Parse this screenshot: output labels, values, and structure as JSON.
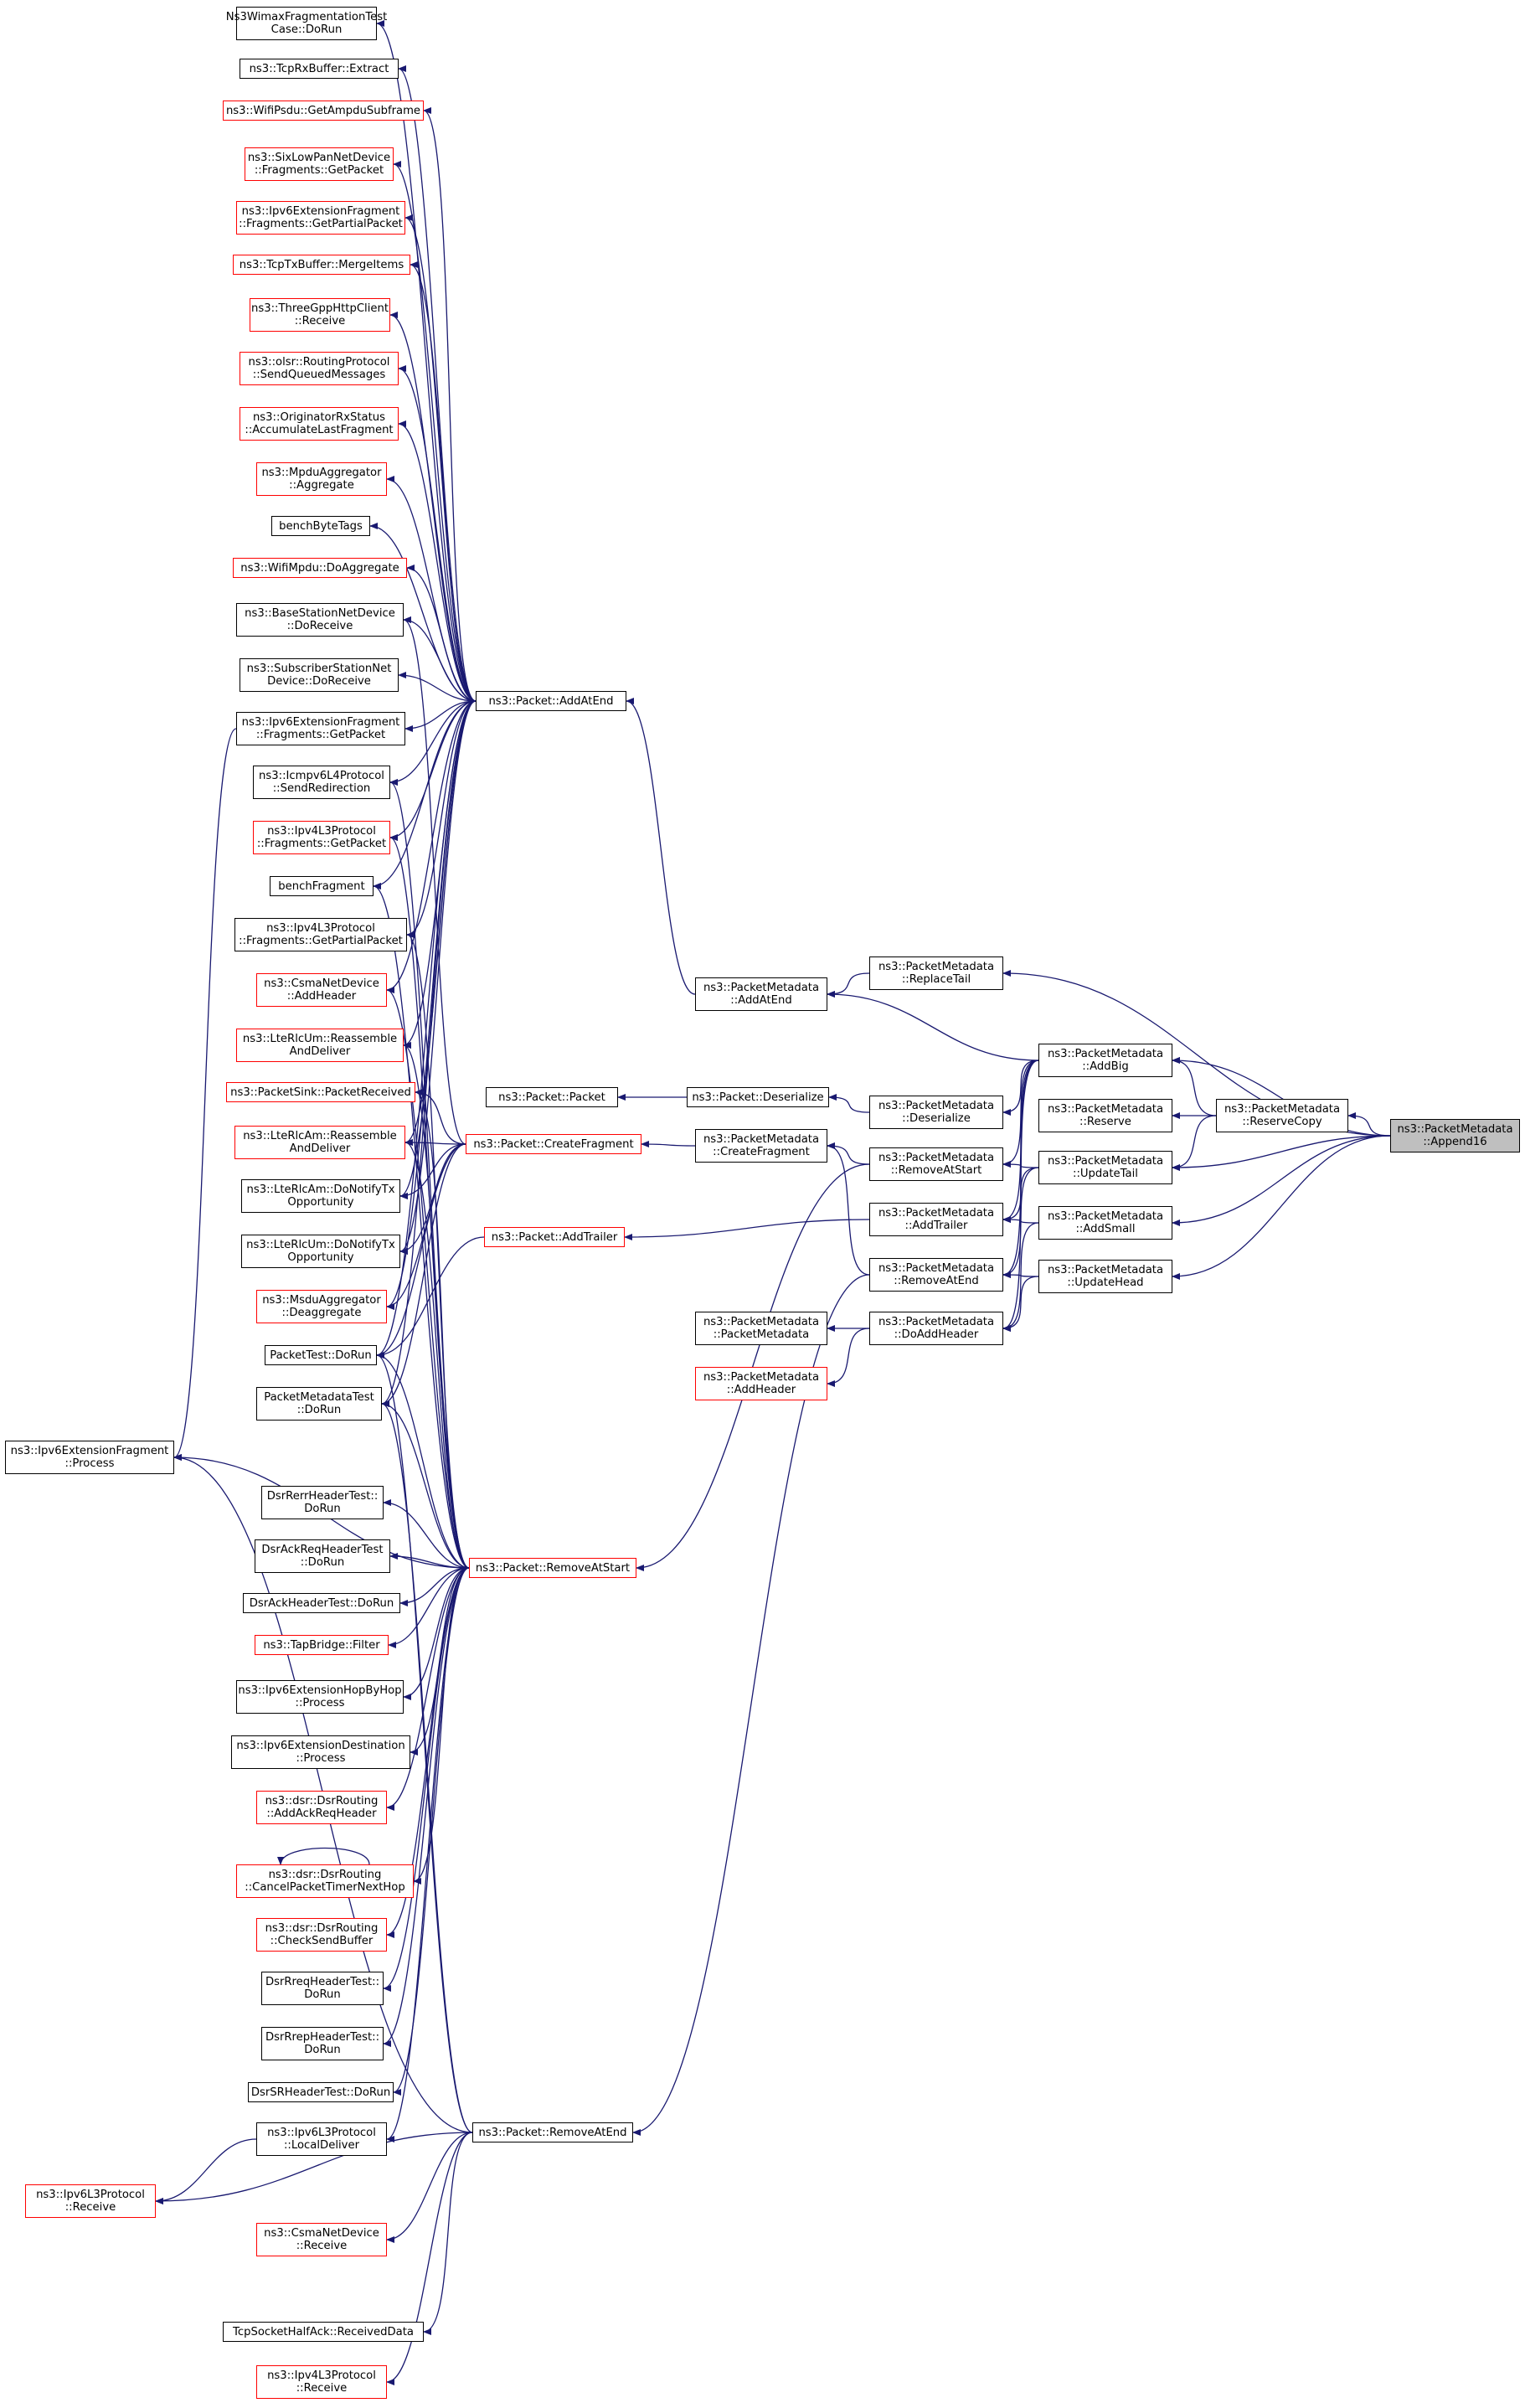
{
  "colors": {
    "edge": "#191970",
    "border": "#000000",
    "highlight_border": "#ff0000",
    "selected_fill": "#bfbfbf"
  },
  "nodes": [
    {
      "id": "append16",
      "label": "ns3::PacketMetadata\n::Append16",
      "style": "selected"
    },
    {
      "id": "replaceTail",
      "label": "ns3::PacketMetadata\n::ReplaceTail",
      "style": "normal"
    },
    {
      "id": "addBig",
      "label": "ns3::PacketMetadata\n::AddBig",
      "style": "normal"
    },
    {
      "id": "reserveCopy",
      "label": "ns3::PacketMetadata\n::ReserveCopy",
      "style": "normal"
    },
    {
      "id": "reserve",
      "label": "ns3::PacketMetadata\n::Reserve",
      "style": "normal"
    },
    {
      "id": "updateTail",
      "label": "ns3::PacketMetadata\n::UpdateTail",
      "style": "normal"
    },
    {
      "id": "addSmall",
      "label": "ns3::PacketMetadata\n::AddSmall",
      "style": "normal"
    },
    {
      "id": "updateHead",
      "label": "ns3::PacketMetadata\n::UpdateHead",
      "style": "normal"
    },
    {
      "id": "pmAddAtEnd",
      "label": "ns3::PacketMetadata\n::AddAtEnd",
      "style": "normal"
    },
    {
      "id": "pmDeserialize",
      "label": "ns3::PacketMetadata\n::Deserialize",
      "style": "normal"
    },
    {
      "id": "pmRemoveAtStart",
      "label": "ns3::PacketMetadata\n::RemoveAtStart",
      "style": "normal"
    },
    {
      "id": "pmAddTrailer",
      "label": "ns3::PacketMetadata\n::AddTrailer",
      "style": "normal"
    },
    {
      "id": "pmRemoveAtEnd",
      "label": "ns3::PacketMetadata\n::RemoveAtEnd",
      "style": "normal"
    },
    {
      "id": "pmDoAddHeader",
      "label": "ns3::PacketMetadata\n::DoAddHeader",
      "style": "normal"
    },
    {
      "id": "pmCreateFragment",
      "label": "ns3::PacketMetadata\n::CreateFragment",
      "style": "normal"
    },
    {
      "id": "pktDeserialize",
      "label": "ns3::Packet::Deserialize",
      "style": "normal"
    },
    {
      "id": "pktPacket",
      "label": "ns3::Packet::Packet",
      "style": "normal"
    },
    {
      "id": "pmPacketMetadata",
      "label": "ns3::PacketMetadata\n::PacketMetadata",
      "style": "normal"
    },
    {
      "id": "pmAddHeader",
      "label": "ns3::PacketMetadata\n::AddHeader",
      "style": "red"
    },
    {
      "id": "pktAddAtEnd",
      "label": "ns3::Packet::AddAtEnd",
      "style": "normal"
    },
    {
      "id": "pktCreateFragment",
      "label": "ns3::Packet::CreateFragment",
      "style": "red"
    },
    {
      "id": "pktAddTrailer",
      "label": "ns3::Packet::AddTrailer",
      "style": "red"
    },
    {
      "id": "pktRemoveAtStart",
      "label": "ns3::Packet::RemoveAtStart",
      "style": "red"
    },
    {
      "id": "pktRemoveAtEnd",
      "label": "ns3::Packet::RemoveAtEnd",
      "style": "normal"
    },
    {
      "id": "wimaxFrag",
      "label": "Ns3WimaxFragmentationTest\nCase::DoRun",
      "style": "normal"
    },
    {
      "id": "tcpRxExtract",
      "label": "ns3::TcpRxBuffer::Extract",
      "style": "normal"
    },
    {
      "id": "wifiPsdu",
      "label": "ns3::WifiPsdu::GetAmpduSubframe",
      "style": "red"
    },
    {
      "id": "sixLow",
      "label": "ns3::SixLowPanNetDevice\n::Fragments::GetPacket",
      "style": "red"
    },
    {
      "id": "ipv6FragPartial",
      "label": "ns3::Ipv6ExtensionFragment\n::Fragments::GetPartialPacket",
      "style": "red"
    },
    {
      "id": "tcpTxMerge",
      "label": "ns3::TcpTxBuffer::MergeItems",
      "style": "red"
    },
    {
      "id": "threeGpp",
      "label": "ns3::ThreeGppHttpClient\n::Receive",
      "style": "red"
    },
    {
      "id": "olsr",
      "label": "ns3::olsr::RoutingProtocol\n::SendQueuedMessages",
      "style": "red"
    },
    {
      "id": "origRx",
      "label": "ns3::OriginatorRxStatus\n::AccumulateLastFragment",
      "style": "red"
    },
    {
      "id": "mpduAgg",
      "label": "ns3::MpduAggregator\n::Aggregate",
      "style": "red"
    },
    {
      "id": "benchByteTags",
      "label": "benchByteTags",
      "style": "normal"
    },
    {
      "id": "wifiMpdu",
      "label": "ns3::WifiMpdu::DoAggregate",
      "style": "red"
    },
    {
      "id": "bsNetDev",
      "label": "ns3::BaseStationNetDevice\n::DoReceive",
      "style": "normal"
    },
    {
      "id": "ssNetDev",
      "label": "ns3::SubscriberStationNet\nDevice::DoReceive",
      "style": "normal"
    },
    {
      "id": "ipv6FragGet",
      "label": "ns3::Ipv6ExtensionFragment\n::Fragments::GetPacket",
      "style": "normal"
    },
    {
      "id": "icmpv6",
      "label": "ns3::Icmpv6L4Protocol\n::SendRedirection",
      "style": "normal"
    },
    {
      "id": "ipv4FragGet",
      "label": "ns3::Ipv4L3Protocol\n::Fragments::GetPacket",
      "style": "red"
    },
    {
      "id": "benchFragment",
      "label": "benchFragment",
      "style": "normal"
    },
    {
      "id": "ipv4FragPartial",
      "label": "ns3::Ipv4L3Protocol\n::Fragments::GetPartialPacket",
      "style": "normal"
    },
    {
      "id": "csmaAddHeader",
      "label": "ns3::CsmaNetDevice\n::AddHeader",
      "style": "red"
    },
    {
      "id": "lteUmReasm",
      "label": "ns3::LteRlcUm::Reassemble\nAndDeliver",
      "style": "red"
    },
    {
      "id": "pktSink",
      "label": "ns3::PacketSink::PacketReceived",
      "style": "red"
    },
    {
      "id": "lteAmReasm",
      "label": "ns3::LteRlcAm::Reassemble\nAndDeliver",
      "style": "red"
    },
    {
      "id": "lteAmNotify",
      "label": "ns3::LteRlcAm::DoNotifyTx\nOpportunity",
      "style": "normal"
    },
    {
      "id": "lteUmNotify",
      "label": "ns3::LteRlcUm::DoNotifyTx\nOpportunity",
      "style": "normal"
    },
    {
      "id": "msduDeagg",
      "label": "ns3::MsduAggregator\n::Deaggregate",
      "style": "red"
    },
    {
      "id": "packetTest",
      "label": "PacketTest::DoRun",
      "style": "normal"
    },
    {
      "id": "pmTest",
      "label": "PacketMetadataTest\n::DoRun",
      "style": "normal"
    },
    {
      "id": "ipv6FragProc",
      "label": "ns3::Ipv6ExtensionFragment\n::Process",
      "style": "normal"
    },
    {
      "id": "dsrRerr",
      "label": "DsrRerrHeaderTest::\nDoRun",
      "style": "normal"
    },
    {
      "id": "dsrAckReq",
      "label": "DsrAckReqHeaderTest\n::DoRun",
      "style": "normal"
    },
    {
      "id": "dsrAck",
      "label": "DsrAckHeaderTest::DoRun",
      "style": "normal"
    },
    {
      "id": "tapBridge",
      "label": "ns3::TapBridge::Filter",
      "style": "red"
    },
    {
      "id": "ipv6HopByHop",
      "label": "ns3::Ipv6ExtensionHopByHop\n::Process",
      "style": "normal"
    },
    {
      "id": "ipv6Dest",
      "label": "ns3::Ipv6ExtensionDestination\n::Process",
      "style": "normal"
    },
    {
      "id": "dsrAddAckReq",
      "label": "ns3::dsr::DsrRouting\n::AddAckReqHeader",
      "style": "red"
    },
    {
      "id": "dsrCancel",
      "label": "ns3::dsr::DsrRouting\n::CancelPacketTimerNextHop",
      "style": "red"
    },
    {
      "id": "dsrCheckSend",
      "label": "ns3::dsr::DsrRouting\n::CheckSendBuffer",
      "style": "red"
    },
    {
      "id": "dsrRreq",
      "label": "DsrRreqHeaderTest::\nDoRun",
      "style": "normal"
    },
    {
      "id": "dsrRrep",
      "label": "DsrRrepHeaderTest::\nDoRun",
      "style": "normal"
    },
    {
      "id": "dsrSR",
      "label": "DsrSRHeaderTest::DoRun",
      "style": "normal"
    },
    {
      "id": "ipv6LocalDeliver",
      "label": "ns3::Ipv6L3Protocol\n::LocalDeliver",
      "style": "normal"
    },
    {
      "id": "ipv6Receive",
      "label": "ns3::Ipv6L3Protocol\n::Receive",
      "style": "red"
    },
    {
      "id": "csmaReceive",
      "label": "ns3::CsmaNetDevice\n::Receive",
      "style": "red"
    },
    {
      "id": "tcpHalfAck",
      "label": "TcpSocketHalfAck::ReceivedData",
      "style": "normal"
    },
    {
      "id": "ipv4Receive",
      "label": "ns3::Ipv4L3Protocol\n::Receive",
      "style": "red"
    }
  ],
  "edges": [
    [
      "replaceTail",
      "append16"
    ],
    [
      "addBig",
      "append16"
    ],
    [
      "reserveCopy",
      "append16"
    ],
    [
      "updateTail",
      "append16"
    ],
    [
      "addSmall",
      "append16"
    ],
    [
      "updateHead",
      "append16"
    ],
    [
      "addBig",
      "reserveCopy"
    ],
    [
      "reserve",
      "reserveCopy"
    ],
    [
      "updateTail",
      "reserveCopy"
    ],
    [
      "pmAddAtEnd",
      "replaceTail"
    ],
    [
      "pmAddAtEnd",
      "addBig"
    ],
    [
      "pmDeserialize",
      "addBig"
    ],
    [
      "pmRemoveAtStart",
      "addBig"
    ],
    [
      "pmAddTrailer",
      "addBig"
    ],
    [
      "pmRemoveAtEnd",
      "addBig"
    ],
    [
      "pmDoAddHeader",
      "addBig"
    ],
    [
      "pmRemoveAtStart",
      "updateTail"
    ],
    [
      "pmAddTrailer",
      "updateTail"
    ],
    [
      "pmRemoveAtEnd",
      "updateTail"
    ],
    [
      "pmAddTrailer",
      "addSmall"
    ],
    [
      "pmDoAddHeader",
      "addSmall"
    ],
    [
      "pmRemoveAtEnd",
      "updateHead"
    ],
    [
      "pmDoAddHeader",
      "updateHead"
    ],
    [
      "pmCreateFragment",
      "pmRemoveAtStart"
    ],
    [
      "pmCreateFragment",
      "pmRemoveAtEnd"
    ],
    [
      "pktDeserialize",
      "pmDeserialize"
    ],
    [
      "pktPacket",
      "pktDeserialize"
    ],
    [
      "pmPacketMetadata",
      "pmDoAddHeader"
    ],
    [
      "pmAddHeader",
      "pmDoAddHeader"
    ],
    [
      "pktAddAtEnd",
      "pmAddAtEnd"
    ],
    [
      "pktCreateFragment",
      "pmCreateFragment"
    ],
    [
      "pktAddTrailer",
      "pmAddTrailer"
    ],
    [
      "pktRemoveAtStart",
      "pmRemoveAtStart"
    ],
    [
      "pktRemoveAtEnd",
      "pmRemoveAtEnd"
    ],
    [
      "wimaxFrag",
      "pktAddAtEnd"
    ],
    [
      "tcpRxExtract",
      "pktAddAtEnd"
    ],
    [
      "wifiPsdu",
      "pktAddAtEnd"
    ],
    [
      "sixLow",
      "pktAddAtEnd"
    ],
    [
      "ipv6FragPartial",
      "pktAddAtEnd"
    ],
    [
      "tcpTxMerge",
      "pktAddAtEnd"
    ],
    [
      "threeGpp",
      "pktAddAtEnd"
    ],
    [
      "olsr",
      "pktAddAtEnd"
    ],
    [
      "origRx",
      "pktAddAtEnd"
    ],
    [
      "mpduAgg",
      "pktAddAtEnd"
    ],
    [
      "benchByteTags",
      "pktAddAtEnd"
    ],
    [
      "wifiMpdu",
      "pktAddAtEnd"
    ],
    [
      "bsNetDev",
      "pktAddAtEnd"
    ],
    [
      "ssNetDev",
      "pktAddAtEnd"
    ],
    [
      "ipv6FragGet",
      "pktAddAtEnd"
    ],
    [
      "icmpv6",
      "pktAddAtEnd"
    ],
    [
      "ipv4FragGet",
      "pktAddAtEnd"
    ],
    [
      "benchFragment",
      "pktAddAtEnd"
    ],
    [
      "ipv4FragPartial",
      "pktAddAtEnd"
    ],
    [
      "csmaAddHeader",
      "pktAddAtEnd"
    ],
    [
      "lteUmReasm",
      "pktAddAtEnd"
    ],
    [
      "lteAmReasm",
      "pktAddAtEnd"
    ],
    [
      "lteAmNotify",
      "pktAddAtEnd"
    ],
    [
      "lteUmNotify",
      "pktAddAtEnd"
    ],
    [
      "msduDeagg",
      "pktAddAtEnd"
    ],
    [
      "packetTest",
      "pktAddAtEnd"
    ],
    [
      "pmTest",
      "pktAddAtEnd"
    ],
    [
      "pktSink",
      "pktCreateFragment"
    ],
    [
      "lteAmReasm",
      "pktCreateFragment"
    ],
    [
      "lteAmNotify",
      "pktCreateFragment"
    ],
    [
      "lteUmNotify",
      "pktCreateFragment"
    ],
    [
      "msduDeagg",
      "pktCreateFragment"
    ],
    [
      "packetTest",
      "pktCreateFragment"
    ],
    [
      "pmTest",
      "pktCreateFragment"
    ],
    [
      "bsNetDev",
      "pktCreateFragment"
    ],
    [
      "packetTest",
      "pktAddTrailer"
    ],
    [
      "ipv6FragProc",
      "pktRemoveAtStart"
    ],
    [
      "dsrRerr",
      "pktRemoveAtStart"
    ],
    [
      "dsrAckReq",
      "pktRemoveAtStart"
    ],
    [
      "dsrAck",
      "pktRemoveAtStart"
    ],
    [
      "tapBridge",
      "pktRemoveAtStart"
    ],
    [
      "ipv6HopByHop",
      "pktRemoveAtStart"
    ],
    [
      "ipv6Dest",
      "pktRemoveAtStart"
    ],
    [
      "dsrAddAckReq",
      "pktRemoveAtStart"
    ],
    [
      "dsrCancel",
      "pktRemoveAtStart"
    ],
    [
      "dsrCheckSend",
      "pktRemoveAtStart"
    ],
    [
      "dsrRreq",
      "pktRemoveAtStart"
    ],
    [
      "dsrRrep",
      "pktRemoveAtStart"
    ],
    [
      "dsrSR",
      "pktRemoveAtStart"
    ],
    [
      "ipv6LocalDeliver",
      "pktRemoveAtStart"
    ],
    [
      "packetTest",
      "pktRemoveAtStart"
    ],
    [
      "pmTest",
      "pktRemoveAtStart"
    ],
    [
      "icmpv6",
      "pktRemoveAtStart"
    ],
    [
      "ipv4FragGet",
      "pktRemoveAtStart"
    ],
    [
      "benchFragment",
      "pktRemoveAtStart"
    ],
    [
      "ipv4FragPartial",
      "pktRemoveAtStart"
    ],
    [
      "csmaAddHeader",
      "pktRemoveAtStart"
    ],
    [
      "lteUmReasm",
      "pktRemoveAtStart"
    ],
    [
      "pktSink",
      "pktRemoveAtStart"
    ],
    [
      "lteAmReasm",
      "pktRemoveAtStart"
    ],
    [
      "ipv6Receive",
      "pktRemoveAtEnd"
    ],
    [
      "csmaReceive",
      "pktRemoveAtEnd"
    ],
    [
      "tcpHalfAck",
      "pktRemoveAtEnd"
    ],
    [
      "ipv4Receive",
      "pktRemoveAtEnd"
    ],
    [
      "packetTest",
      "pktRemoveAtEnd"
    ],
    [
      "pmTest",
      "pktRemoveAtEnd"
    ],
    [
      "ipv6FragProc",
      "pktRemoveAtEnd"
    ],
    [
      "ipv6Receive",
      "ipv6LocalDeliver"
    ],
    [
      "ipv6FragProc",
      "ipv6FragGet"
    ],
    [
      "dsrCancel",
      "dsrCancel"
    ]
  ]
}
